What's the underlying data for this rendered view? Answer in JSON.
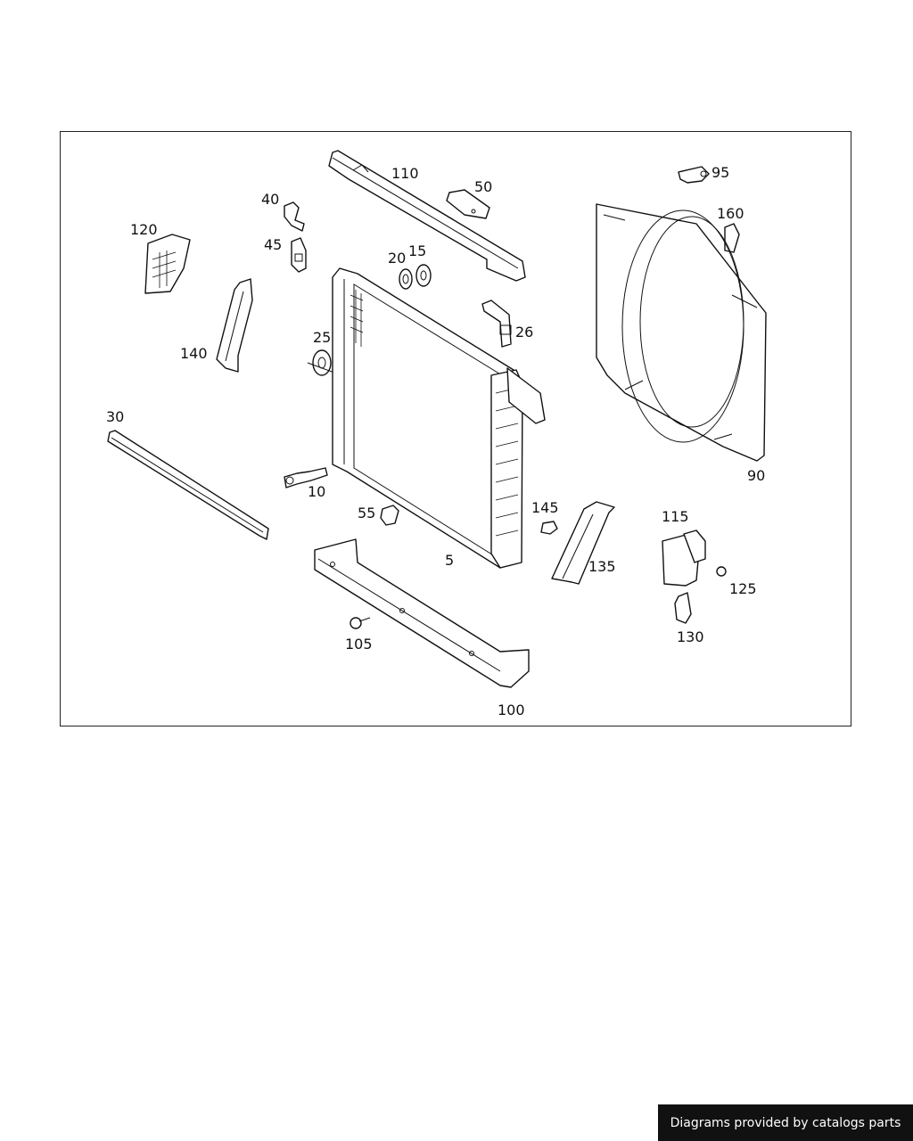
{
  "diagram": {
    "callouts": {
      "c110": "110",
      "c50": "50",
      "c40": "40",
      "c45": "45",
      "c120": "120",
      "c20": "20",
      "c15": "15",
      "c26": "26",
      "c25": "25",
      "c140": "140",
      "c30": "30",
      "c10": "10",
      "c55": "55",
      "c5": "5",
      "c145": "145",
      "c135": "135",
      "c115": "115",
      "c125": "125",
      "c130": "130",
      "c105": "105",
      "c100": "100",
      "c95": "95",
      "c160": "160",
      "c90": "90"
    }
  },
  "footer": {
    "credit": "Diagrams provided by catalogs parts"
  }
}
